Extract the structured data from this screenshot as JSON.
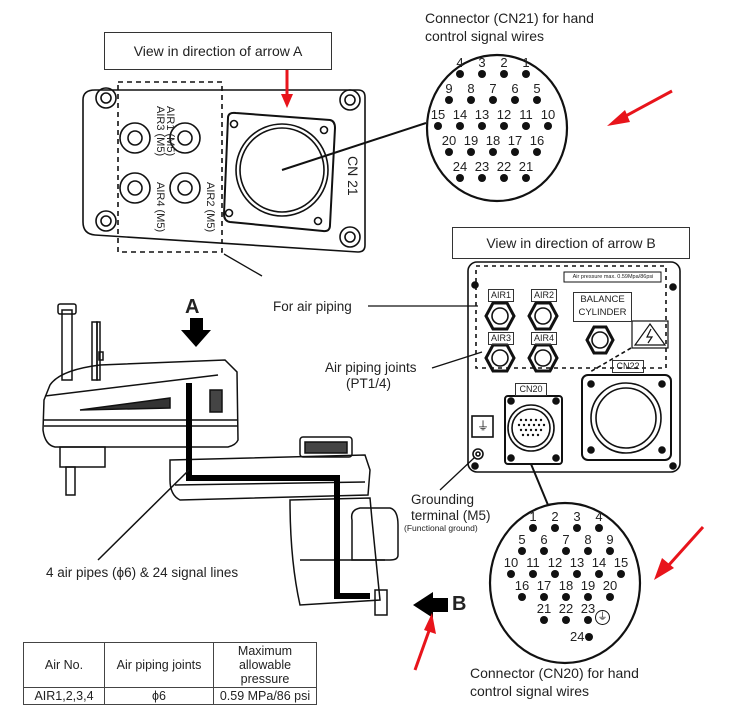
{
  "view_a": {
    "title": "View in direction of arrow A",
    "ports": [
      {
        "label": "AIR1 (M5)"
      },
      {
        "label": "AIR2 (M5)"
      },
      {
        "label": "AIR3 (M5)"
      },
      {
        "label": "AIR4 (M5)"
      }
    ],
    "connector_label": "CN 21"
  },
  "cn21": {
    "caption_line1": "Connector (CN21) for hand",
    "caption_line2": "control signal wires",
    "rows": [
      [
        "4",
        "3",
        "2",
        "1"
      ],
      [
        "9",
        "8",
        "7",
        "6",
        "5"
      ],
      [
        "15",
        "14",
        "13",
        "12",
        "11",
        "10"
      ],
      [
        "20",
        "19",
        "18",
        "17",
        "16"
      ],
      [
        "24",
        "23",
        "22",
        "21"
      ]
    ]
  },
  "view_b": {
    "title": "View in direction of arrow B",
    "pressure_note": "Air pressure max. 0.59Mpa/86psi",
    "ports": [
      "AIR1",
      "AIR2",
      "AIR3",
      "AIR4"
    ],
    "balance_label_1": "BALANCE",
    "balance_label_2": "CYLINDER",
    "cn20_label": "CN20",
    "cn22_label": "CN22"
  },
  "callouts": {
    "for_air_piping": "For air piping",
    "air_joints_1": "Air piping joints",
    "air_joints_2": "(PT1/4)",
    "ground_1": "Grounding",
    "ground_2": "terminal (M5)",
    "ground_3": "(Functional ground)",
    "pipes": "4 air pipes (ϕ6) & 24 signal lines",
    "arrow_a": "A",
    "arrow_b": "B"
  },
  "cn20": {
    "caption_line1": "Connector (CN20) for hand",
    "caption_line2": "control signal wires",
    "rows": [
      [
        "1",
        "2",
        "3",
        "4"
      ],
      [
        "5",
        "6",
        "7",
        "8",
        "9"
      ],
      [
        "10",
        "11",
        "12",
        "13",
        "14",
        "15"
      ],
      [
        "16",
        "17",
        "18",
        "19",
        "20"
      ],
      [
        "21",
        "22",
        "23"
      ],
      [
        "24"
      ]
    ]
  },
  "spec_table": {
    "headers": [
      "Air No.",
      "Air piping joints",
      "Maximum allowable pressure"
    ],
    "rows": [
      [
        "AIR1,2,3,4",
        "ϕ6",
        "0.59 MPa/86 psi"
      ]
    ]
  },
  "colors": {
    "annotation_arrow": "#e8141b",
    "line": "#111111"
  }
}
